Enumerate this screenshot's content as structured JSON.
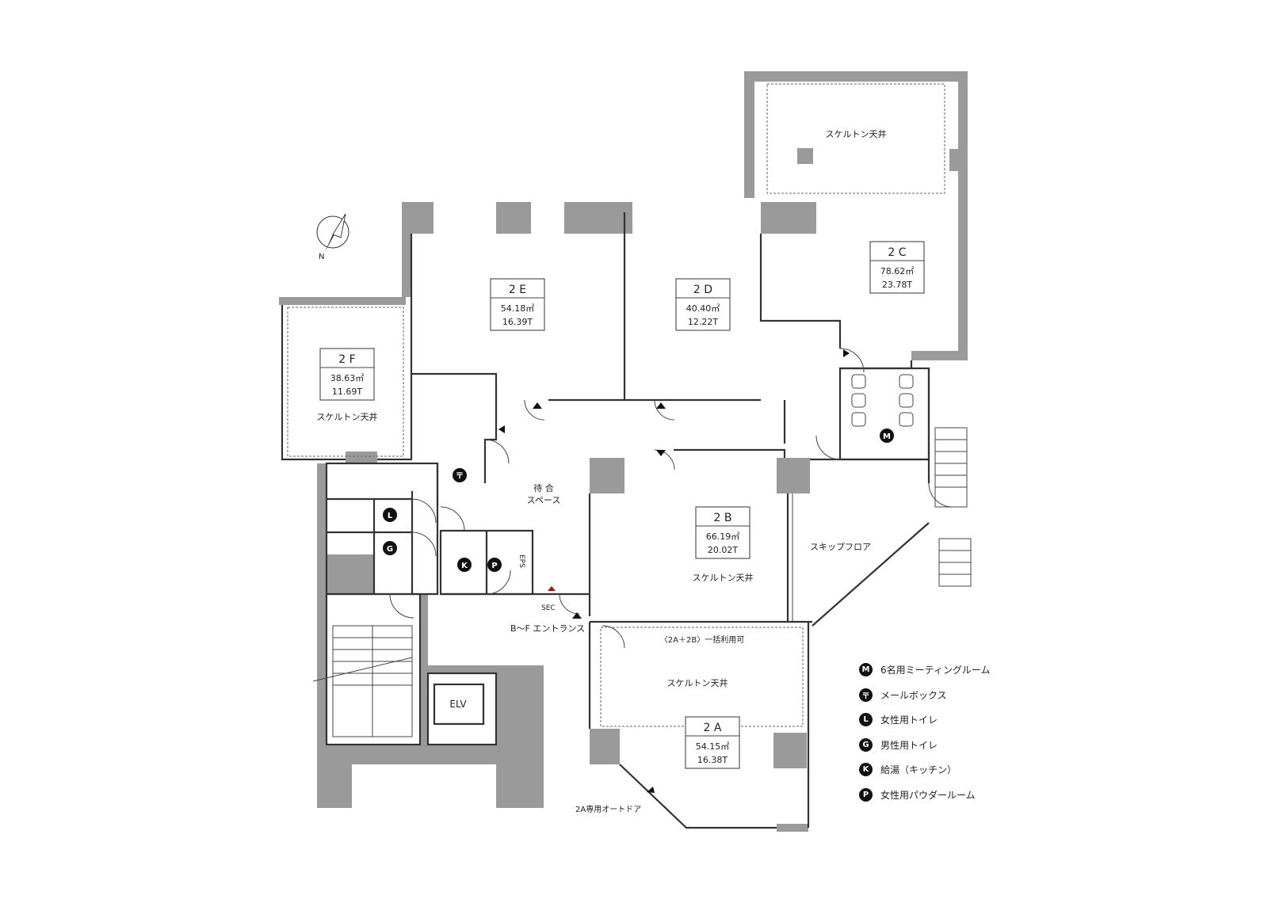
{
  "rooms": [
    {
      "id": "2F",
      "label": "2 F",
      "area": "38.63㎡",
      "tsubo": "11.69T"
    },
    {
      "id": "2E",
      "label": "2 E",
      "area": "54.18㎡",
      "tsubo": "16.39T"
    },
    {
      "id": "2D",
      "label": "2 D",
      "area": "40.40㎡",
      "tsubo": "12.22T"
    },
    {
      "id": "2C",
      "label": "2 C",
      "area": "78.62㎡",
      "tsubo": "23.78T"
    },
    {
      "id": "2B",
      "label": "2 B",
      "area": "66.19㎡",
      "tsubo": "20.02T"
    },
    {
      "id": "2A",
      "label": "2 A",
      "area": "54.15㎡",
      "tsubo": "16.38T"
    }
  ],
  "labels": {
    "skeleton_2c": "スケルトン天井",
    "skeleton_2f": "スケルトン天井",
    "skeleton_2b": "スケルトン天井",
    "skeleton_2a": "スケルトン天井",
    "waiting_1": "待 合",
    "waiting_2": "スペース",
    "skip_floor": "スキップフロア",
    "entrance": "B〜F エントランス",
    "sec": "SEC",
    "eps": "EPS",
    "elv": "ELV",
    "combined": "〈2A＋2B〉一括利用可",
    "auto_door": "2A専用オートドア",
    "north": "N"
  },
  "badges": {
    "M": "M",
    "mail": "〒",
    "L": "L",
    "G": "G",
    "K": "K",
    "P": "P"
  },
  "legend": [
    {
      "symbol": "M",
      "text": "6名用ミーティングルーム"
    },
    {
      "symbol": "〒",
      "text": "メールボックス"
    },
    {
      "symbol": "L",
      "text": "女性用トイレ"
    },
    {
      "symbol": "G",
      "text": "男性用トイレ"
    },
    {
      "symbol": "K",
      "text": "給湯（キッチン）"
    },
    {
      "symbol": "P",
      "text": "女性用パウダールーム"
    }
  ],
  "colors": {
    "wall": "#9a9a9a",
    "line": "#333333",
    "badge": "#111111"
  }
}
